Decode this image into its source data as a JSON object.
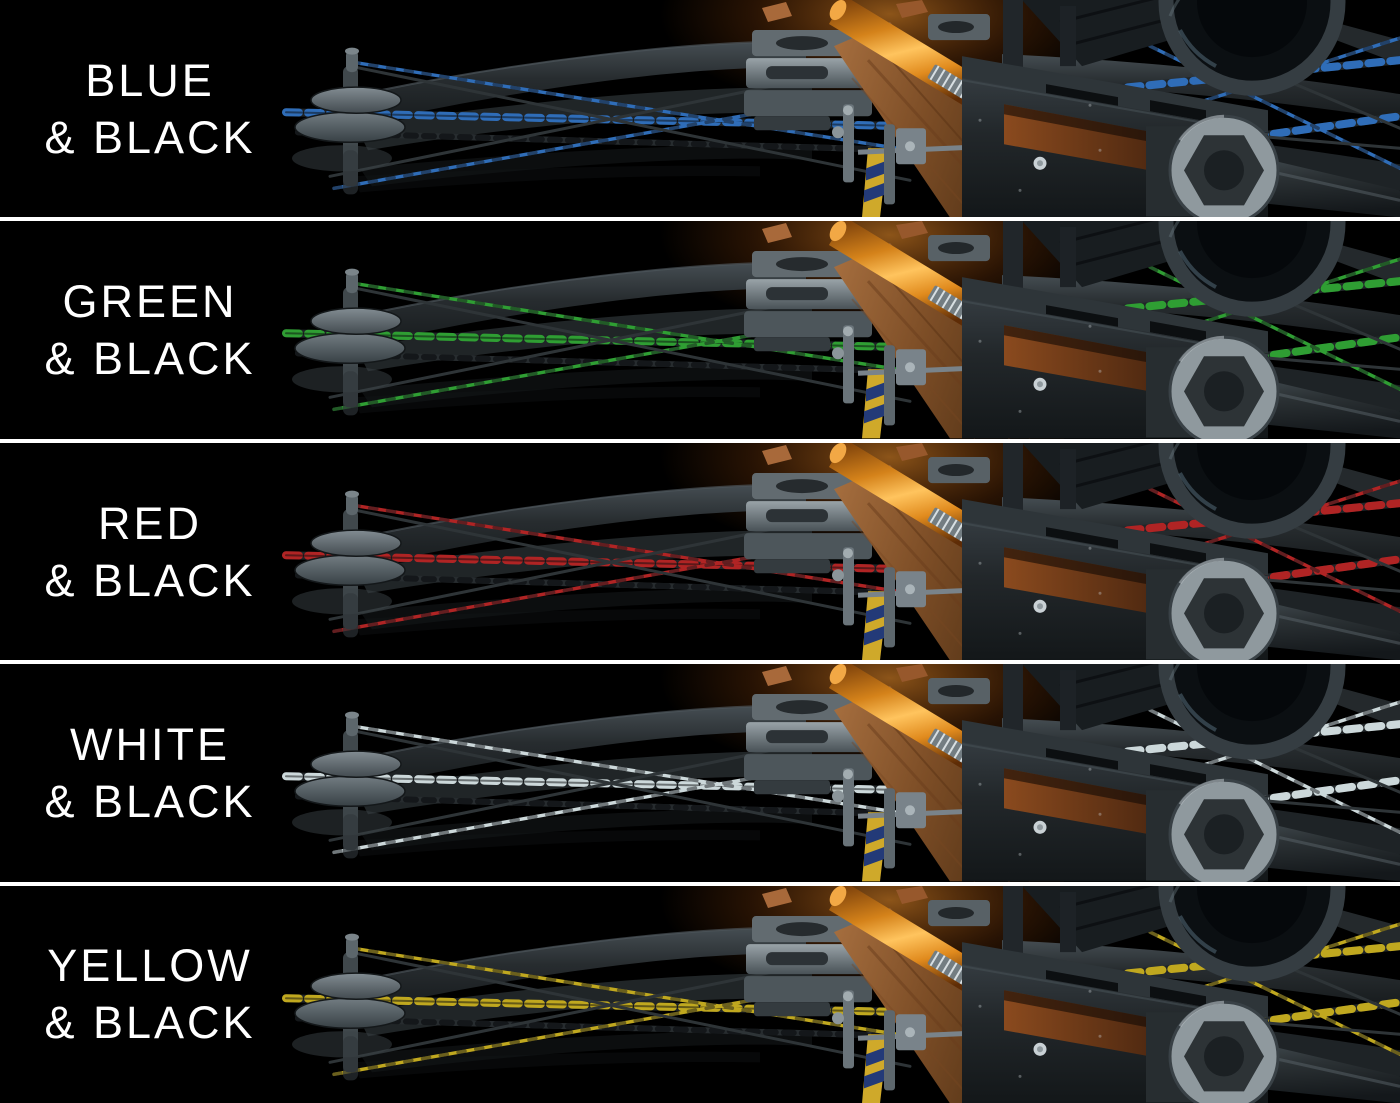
{
  "bands": [
    {
      "id": "blue-black",
      "line1": "BLUE",
      "line2": "& BLACK",
      "string_color": "#2f6db8"
    },
    {
      "id": "green-black",
      "line1": "GREEN",
      "line2": "& BLACK",
      "string_color": "#2f9e33"
    },
    {
      "id": "red-black",
      "line1": "RED",
      "line2": "& BLACK",
      "string_color": "#b02424"
    },
    {
      "id": "white-black",
      "line1": "WHITE",
      "line2": "& BLACK",
      "string_color": "#ccd8da"
    },
    {
      "id": "yellow-black",
      "line1": "YELLOW",
      "line2": "& BLACK",
      "string_color": "#c0a81f"
    }
  ],
  "style": {
    "background": "#000000",
    "divider_color": "#ffffff",
    "label_color": "#ffffff",
    "secondary_string_color": "#2e3437"
  }
}
